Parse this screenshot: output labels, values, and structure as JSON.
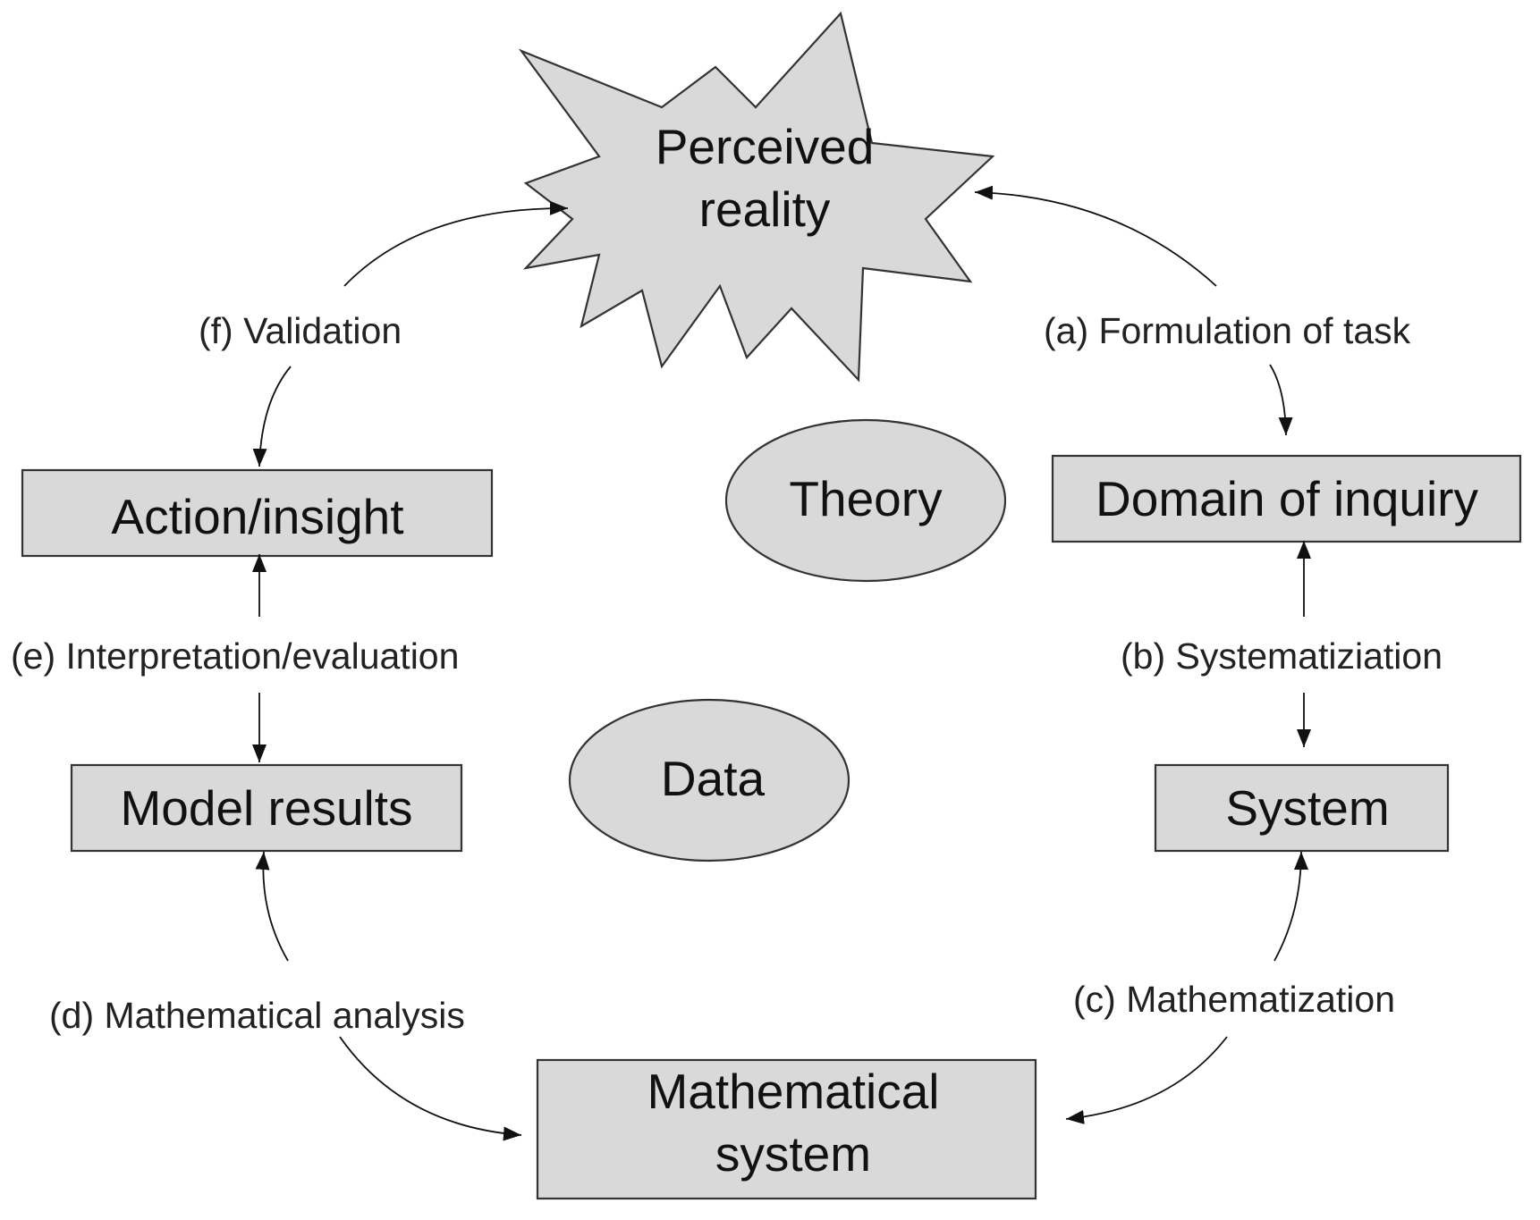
{
  "nodes": {
    "perceived_reality": {
      "line1": "Perceived",
      "line2": "reality"
    },
    "domain_of_inquiry": {
      "label": "Domain of inquiry"
    },
    "system": {
      "label": "System"
    },
    "mathematical_system": {
      "line1": "Mathematical",
      "line2": "system"
    },
    "model_results": {
      "label": "Model results"
    },
    "action_insight": {
      "label": "Action/insight"
    },
    "theory": {
      "label": "Theory"
    },
    "data": {
      "label": "Data"
    }
  },
  "edges": {
    "a": {
      "label": "(a) Formulation of task"
    },
    "b": {
      "label": "(b) Systematiziation"
    },
    "c": {
      "label": "(c) Mathematization"
    },
    "d": {
      "label": "(d) Mathematical analysis"
    },
    "e": {
      "label": "(e) Interpretation/evaluation"
    },
    "f": {
      "label": "(f) Validation"
    }
  },
  "colors": {
    "shape_fill": "#d9d9d9",
    "stroke": "#333333",
    "text": "#111111"
  }
}
